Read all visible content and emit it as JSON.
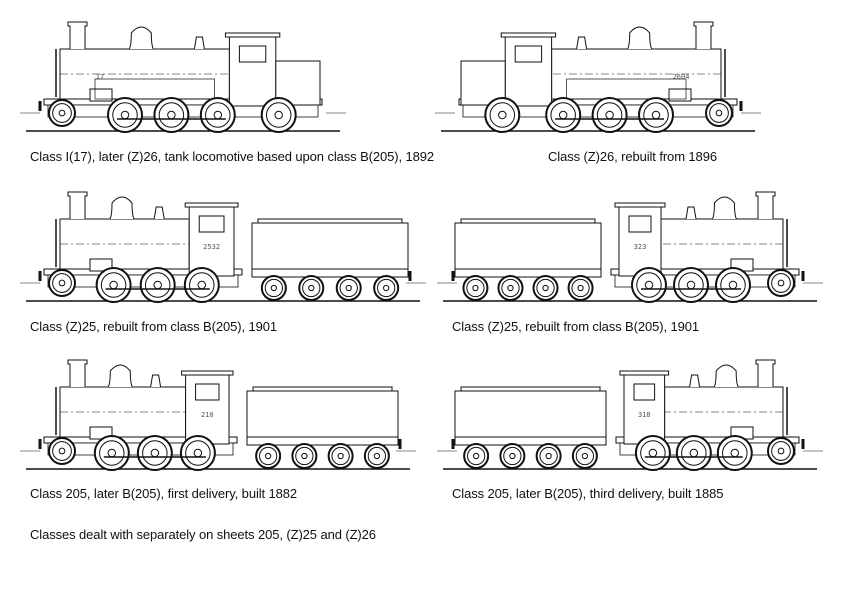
{
  "captions": {
    "row1_left": "Class I(17), later (Z)26, tank locomotive based upon class B(205), 1892",
    "row1_right": "Class (Z)26, rebuilt from 1896",
    "row2_left": "Class (Z)25, rebuilt from class B(205), 1901",
    "row2_right": "Class (Z)25, rebuilt from class B(205), 1901",
    "row3_left": "Class 205, later B(205), first delivery, built 1882",
    "row3_right": "Class 205, later B(205), third delivery, built 1885",
    "footer": "Classes dealt with separately on sheets 205, (Z)25 and (Z)26"
  },
  "locomotives": [
    {
      "id": "tank-17",
      "type": "tank",
      "number": "17",
      "facing": "left"
    },
    {
      "id": "tank-2604",
      "type": "tank",
      "number": "2604",
      "facing": "right"
    },
    {
      "id": "tender-2532",
      "type": "tender",
      "number": "2532",
      "facing": "left"
    },
    {
      "id": "tender-323",
      "type": "tender",
      "number": "323",
      "facing": "right"
    },
    {
      "id": "tender-210",
      "type": "tender",
      "number": "210",
      "facing": "left"
    },
    {
      "id": "tender-318",
      "type": "tender",
      "number": "318",
      "facing": "right"
    }
  ],
  "colors": {
    "line": "#111111",
    "paper": "#ffffff",
    "shade": "#cfcfcf"
  }
}
